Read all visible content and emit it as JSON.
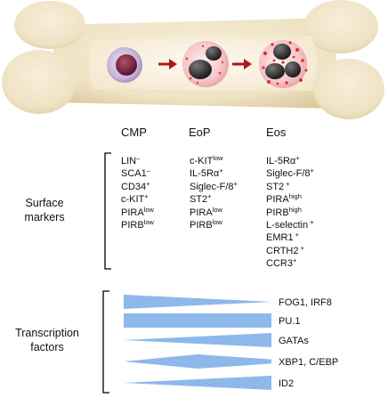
{
  "stages": [
    {
      "name": "CMP",
      "markers": [
        {
          "text": "LIN",
          "sup": "–"
        },
        {
          "text": "SCA1",
          "sup": "–"
        },
        {
          "text": "CD34",
          "sup": "+"
        },
        {
          "text": "c-KIT",
          "sup": "+"
        },
        {
          "text": "PIRA",
          "sup": "low"
        },
        {
          "text": "PIRB",
          "sup": "low"
        }
      ]
    },
    {
      "name": "EoP",
      "markers": [
        {
          "text": "c-KIT",
          "sup": "low"
        },
        {
          "text": "IL-5Rα",
          "sup": "+"
        },
        {
          "text": "Siglec-F/8",
          "sup": "+"
        },
        {
          "text": "ST2",
          "sup": "+"
        },
        {
          "text": "PIRA",
          "sup": "low"
        },
        {
          "text": "PIRB",
          "sup": "low"
        }
      ]
    },
    {
      "name": "Eos",
      "markers": [
        {
          "text": "IL-5Rα",
          "sup": "+"
        },
        {
          "text": "Siglec-F/8",
          "sup": "+"
        },
        {
          "text": "ST2",
          "sup": " +"
        },
        {
          "text": "PIRA",
          "sup": "high"
        },
        {
          "text": "PIRB",
          "sup": "high"
        },
        {
          "text": "L-selectin",
          "sup": " +"
        },
        {
          "text": "EMR1",
          "sup": " +"
        },
        {
          "text": "CRTH2",
          "sup": " +"
        },
        {
          "text": "CCR3",
          "sup": "+"
        }
      ]
    }
  ],
  "surface_label": [
    "Surface",
    "markers"
  ],
  "transcription_label": [
    "Transcription",
    "factors"
  ],
  "transcription_factors": [
    {
      "name": "FOG1, IRF8",
      "profile": [
        1,
        0
      ]
    },
    {
      "name": "PU.1",
      "profile": [
        1,
        1
      ]
    },
    {
      "name": "GATAs",
      "profile": [
        0,
        1
      ]
    },
    {
      "name": "XBP1, C/EBP",
      "profile": [
        0,
        1,
        0.3
      ]
    },
    {
      "name": "ID2",
      "profile": [
        0,
        1
      ]
    }
  ],
  "colors": {
    "bone": "#efe3c4",
    "bar": "#8db8ea",
    "arrow": "#b2151b"
  }
}
